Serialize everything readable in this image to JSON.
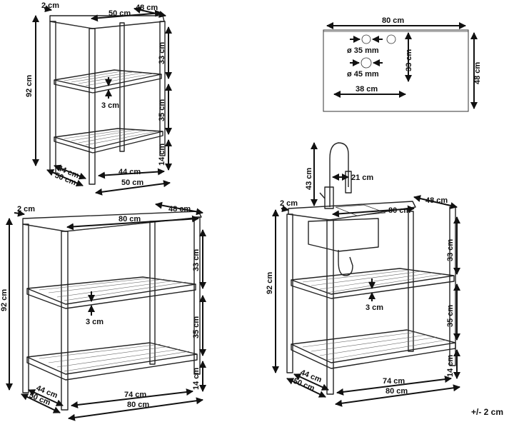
{
  "diagrams": {
    "small_unit": {
      "leg_width": "2 cm",
      "top_width": "50 cm",
      "top_depth": "48 cm",
      "height": "92 cm",
      "upper_gap": "33 cm",
      "shelf_thickness": "3 cm",
      "middle_gap": "35 cm",
      "bottom_clearance": "14 cm",
      "base_depth_inner": "44 cm",
      "base_depth": "50 cm",
      "base_width_inner": "44 cm",
      "base_width": "50 cm"
    },
    "top_plan": {
      "width": "80 cm",
      "depth": "48 cm",
      "small_hole": "ø 35 mm",
      "large_hole": "ø 45 mm",
      "hole_offset_y": "33 cm",
      "hole_offset_x": "38 cm"
    },
    "large_unit": {
      "leg_width": "2 cm",
      "top_width": "80 cm",
      "top_depth": "48 cm",
      "height": "92 cm",
      "upper_gap": "33 cm",
      "shelf_thickness": "3 cm",
      "middle_gap": "35 cm",
      "bottom_clearance": "14 cm",
      "base_depth_inner": "44 cm",
      "base_depth": "50 cm",
      "base_width_inner": "74 cm",
      "base_width": "80 cm"
    },
    "sink_unit": {
      "faucet_height": "43 cm",
      "spout_reach": "21 cm",
      "leg_width": "2 cm",
      "top_width": "80 cm",
      "top_depth": "48 cm",
      "height": "92 cm",
      "upper_gap": "33 cm",
      "shelf_thickness": "3 cm",
      "middle_gap": "35 cm",
      "bottom_clearance": "14 cm",
      "base_depth_inner": "44 cm",
      "base_depth": "50 cm",
      "base_width_inner": "74 cm",
      "base_width": "80 cm"
    }
  },
  "tolerance": "+/- 2 cm"
}
